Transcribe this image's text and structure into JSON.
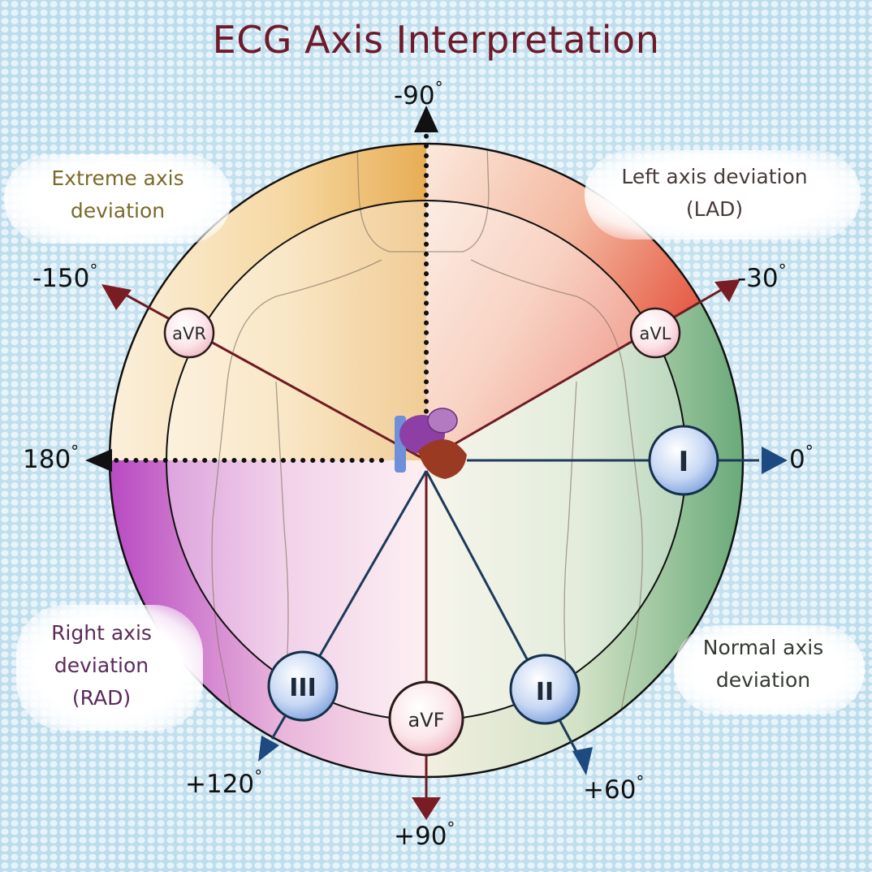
{
  "title": "ECG Axis Interpretation",
  "colors": {
    "title": "#6e1a2a",
    "extreme_quadrant": "#e8a948",
    "lad_quadrant": "#e0402c",
    "normal_quadrant": "#3f9a5c",
    "rad_quadrant": "#c44cc6",
    "arrow_dark_red": "#7a1c24",
    "arrow_dark_blue": "#1d4a80",
    "background": "#cfe6f2"
  },
  "zones": {
    "extreme": {
      "line1": "Extreme axis",
      "line2": "deviation",
      "color": "#7a6a2a"
    },
    "lad": {
      "line1": "Left axis deviation",
      "line2": "(LAD)",
      "color": "#4a3a3a"
    },
    "rad": {
      "line1": "Right axis",
      "line2": "deviation",
      "line3": "(RAD)",
      "color": "#5a2a5a"
    },
    "normal": {
      "line1": "Normal axis",
      "line2": "deviation",
      "color": "#333a33"
    }
  },
  "degrees": {
    "minus90": "-90",
    "minus30": "-30",
    "minus150": "-150",
    "zero": "0",
    "d180": "180",
    "plus60": "+60",
    "plus90": "+90",
    "plus120": "+120",
    "symbol": "°"
  },
  "leads": [
    {
      "id": "I",
      "label": "I",
      "angle": 0,
      "style": "blue"
    },
    {
      "id": "II",
      "label": "II",
      "angle": 60,
      "style": "blue"
    },
    {
      "id": "III",
      "label": "III",
      "angle": 120,
      "style": "blue"
    },
    {
      "id": "aVF",
      "label": "aVF",
      "angle": 90,
      "style": "pink"
    },
    {
      "id": "aVL",
      "label": "aVL",
      "angle": -30,
      "style": "pink"
    },
    {
      "id": "aVR",
      "label": "aVR",
      "angle": -150,
      "style": "pink"
    }
  ],
  "chart_data": {
    "type": "diagram",
    "title": "ECG Axis Interpretation",
    "axes_degrees": [
      0,
      -30,
      -90,
      -150,
      180,
      120,
      90,
      60
    ],
    "leads": {
      "I": 0,
      "II": 60,
      "III": 120,
      "aVF": 90,
      "aVL": -30,
      "aVR": -150
    },
    "quadrants": [
      {
        "name": "Normal axis deviation",
        "range": [
          -30,
          90
        ]
      },
      {
        "name": "Left axis deviation (LAD)",
        "range": [
          -90,
          -30
        ]
      },
      {
        "name": "Right axis deviation (RAD)",
        "range": [
          90,
          180
        ]
      },
      {
        "name": "Extreme axis deviation",
        "range": [
          -180,
          -90
        ]
      }
    ]
  }
}
